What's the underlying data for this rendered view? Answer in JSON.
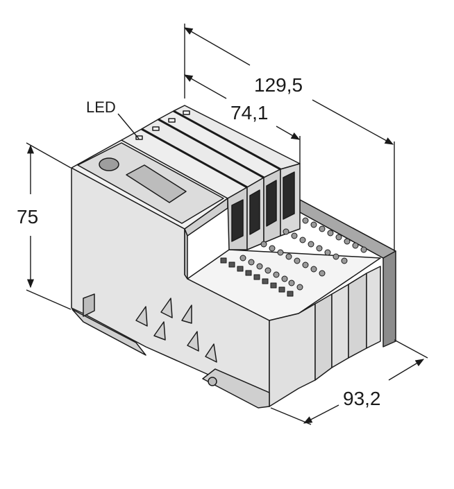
{
  "labels": {
    "led": "LED",
    "overall_length": "129,5",
    "module_depth": "74,1",
    "height": "75",
    "width": "93,2"
  },
  "colors": {
    "body_light": "#ececec",
    "body_mid": "#d6d6d6",
    "body_dark": "#bdbdbd",
    "rail_dark": "#8c8c8c",
    "line": "#1a1a1a"
  }
}
